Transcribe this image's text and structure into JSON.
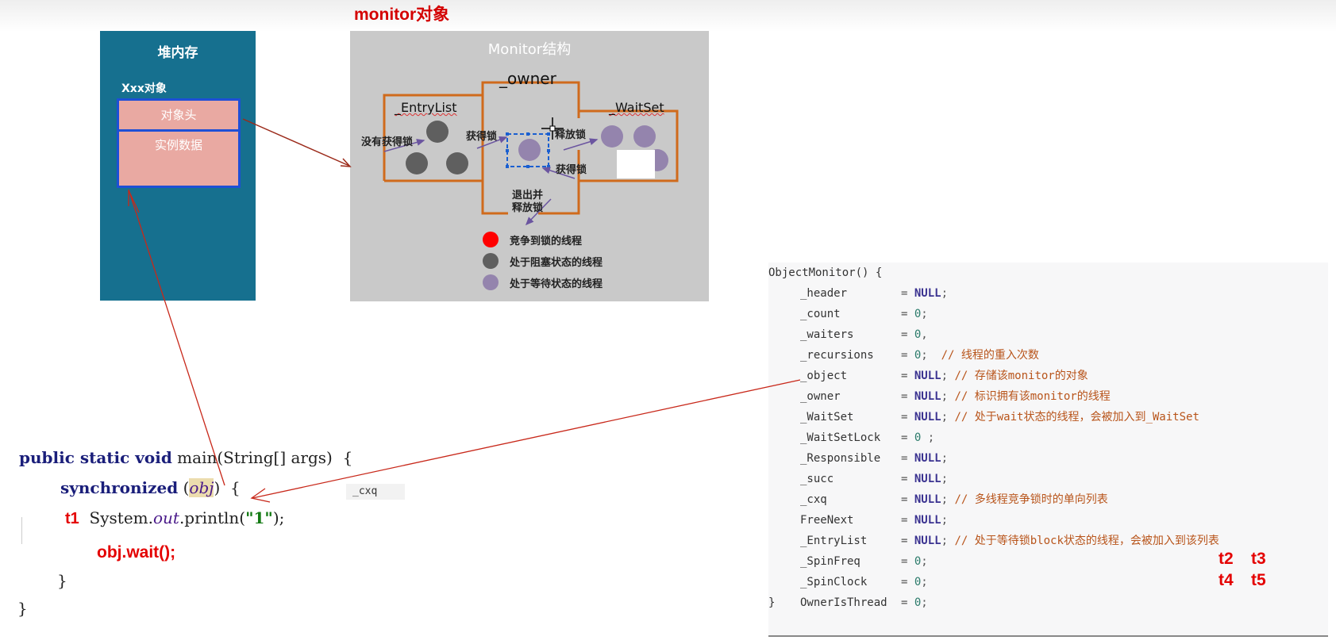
{
  "slide_title": "monitor对象",
  "heap": {
    "title": "堆内存",
    "object_label": "Xxx对象",
    "object_header": "对象头",
    "instance_data": "实例数据"
  },
  "monitor": {
    "title": "Monitor结构",
    "owner_label": "_owner",
    "entrylist_label": "_EntryList",
    "waitset_label": "_WaitSet",
    "arrow_labels": {
      "not_acquired": "没有获得锁",
      "acquire_from_entry": "获得锁",
      "release": "释放锁",
      "acquire_from_wait": "获得锁",
      "exit_release_1": "退出并",
      "exit_release_2": "释放锁"
    },
    "legend": [
      {
        "label": "竞争到锁的线程",
        "color": "#ff0000"
      },
      {
        "label": "处于阻塞状态的线程",
        "color": "#5f5f5f"
      },
      {
        "label": "处于等待状态的线程",
        "color": "#9484ad"
      }
    ],
    "colors": {
      "frame": "#d06a1c",
      "blocked": "#5f5f5f",
      "waiting": "#9484ad",
      "selection": "#1a5fd1"
    }
  },
  "code_left": {
    "line1": {
      "kw": "public static void",
      "rest": " main(String[] args)  {"
    },
    "line2": {
      "kw": "synchronized",
      "open": " (",
      "obj": "obj",
      "close": ")  {"
    },
    "line3": {
      "thread": "t1",
      "pre": "  System.",
      "out": "out",
      "post": ".println(",
      "str": "\"1\"",
      "end": ");"
    },
    "line4": "obj.wait();",
    "line5": "}",
    "line6": "}",
    "tooltip": "_cxq"
  },
  "code_right": {
    "header": "ObjectMonitor() {",
    "fields": [
      {
        "name": "_header",
        "value": "NULL",
        "sep": ";",
        "comment": ""
      },
      {
        "name": "_count",
        "value": "0",
        "sep": ";",
        "comment": ""
      },
      {
        "name": "_waiters",
        "value": "0",
        "sep": ",",
        "comment": ""
      },
      {
        "name": "_recursions",
        "value": "0",
        "sep": ";",
        "comment": "  // 线程的重入次数"
      },
      {
        "name": "_object",
        "value": "NULL",
        "sep": ";",
        "comment": " // 存储该monitor的对象"
      },
      {
        "name": "_owner",
        "value": "NULL",
        "sep": ";",
        "comment": " // 标识拥有该monitor的线程"
      },
      {
        "name": "_WaitSet",
        "value": "NULL",
        "sep": ";",
        "comment": " // 处于wait状态的线程，会被加入到_WaitSet"
      },
      {
        "name": "_WaitSetLock",
        "value": "0",
        "sep": " ;",
        "comment": ""
      },
      {
        "name": "_Responsible",
        "value": "NULL",
        "sep": ";",
        "comment": ""
      },
      {
        "name": "_succ",
        "value": "NULL",
        "sep": ";",
        "comment": ""
      },
      {
        "name": "_cxq",
        "value": "NULL",
        "sep": ";",
        "comment": " // 多线程竞争锁时的单向列表"
      },
      {
        "name": "FreeNext",
        "value": "NULL",
        "sep": ";",
        "comment": ""
      },
      {
        "name": "_EntryList",
        "value": "NULL",
        "sep": ";",
        "comment": " // 处于等待锁block状态的线程，会被加入到该列表"
      },
      {
        "name": "_SpinFreq",
        "value": "0",
        "sep": ";",
        "comment": ""
      },
      {
        "name": "_SpinClock",
        "value": "0",
        "sep": ";",
        "comment": ""
      },
      {
        "name": "OwnerIsThread",
        "value": "0",
        "sep": ";",
        "comment": ""
      }
    ],
    "footer": "}"
  },
  "thread_labels": [
    "t2",
    "t3",
    "t4",
    "t5"
  ]
}
